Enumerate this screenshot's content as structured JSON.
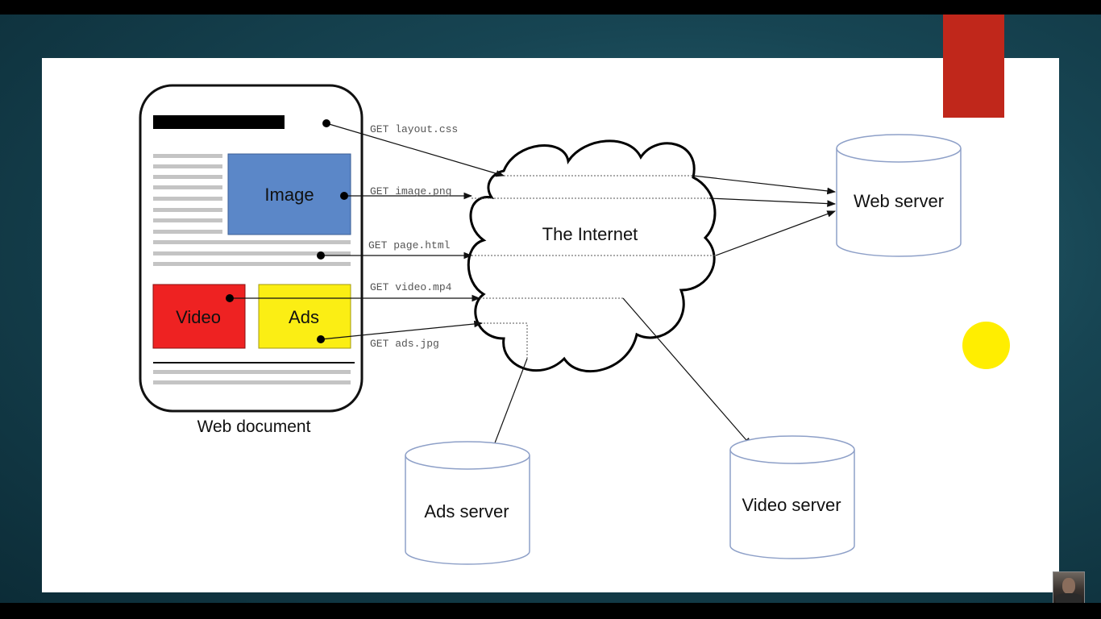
{
  "diagram": {
    "document": {
      "caption": "Web document",
      "image_label": "Image",
      "video_label": "Video",
      "ads_label": "Ads"
    },
    "cloud_label": "The Internet",
    "servers": {
      "web": "Web server",
      "ads": "Ads server",
      "video": "Video server"
    },
    "requests": [
      "GET layout.css",
      "GET image.png",
      "GET page.html",
      "GET video.mp4",
      "GET ads.jpg"
    ],
    "colors": {
      "image_box": "#5b87c8",
      "video_box": "#ee2222",
      "ads_box": "#fbee14",
      "server_outline": "#8ea0c8",
      "accent_bar": "#c0271b",
      "pointer_dot": "#ffee00"
    }
  }
}
